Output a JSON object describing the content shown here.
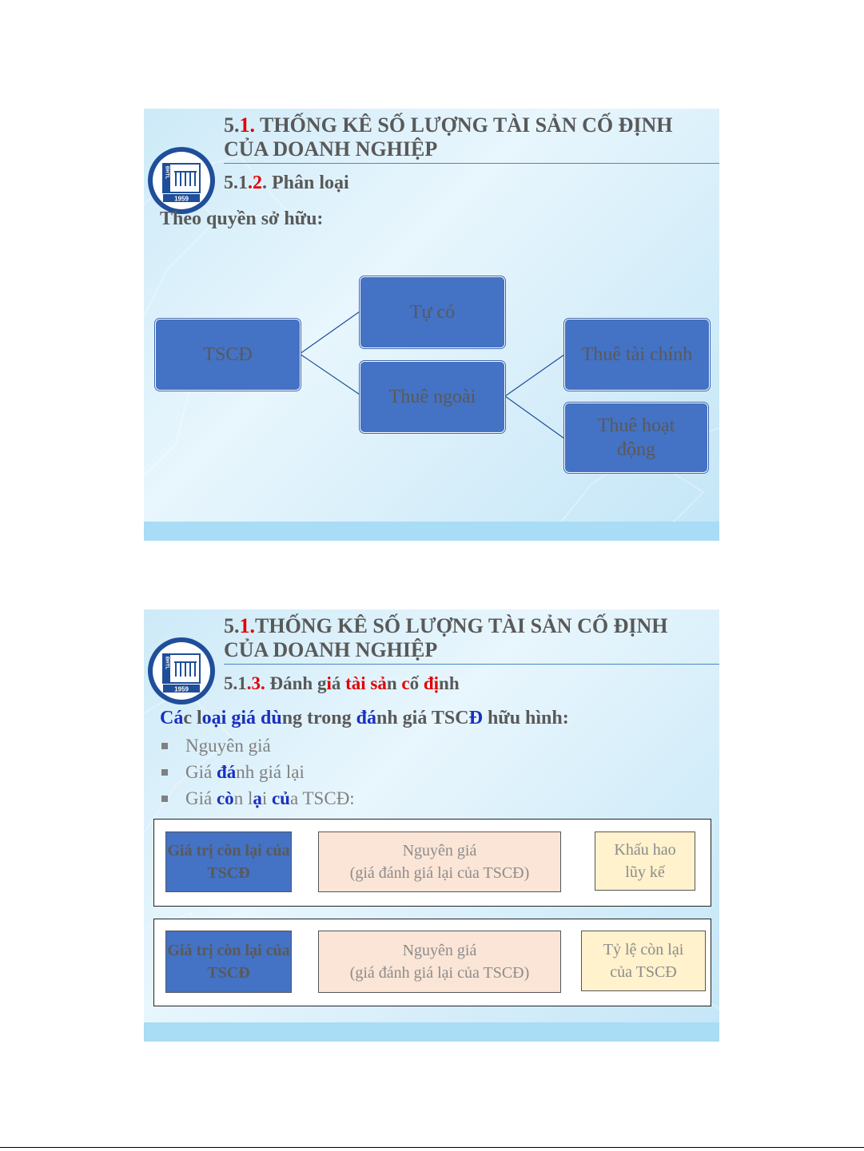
{
  "slides": [
    {
      "title_num_a": "5.",
      "title_num_b": "1.",
      "title_text": " THỐNG KÊ SỐ LƯỢNG TÀI SẢN CỐ ĐỊNH CỦA DOANH NGHIỆP",
      "sub_num_a": "5.1",
      "sub_num_b": ".2",
      "sub_text": ". Phân loại",
      "heading": "Theo quyền sở hữu:",
      "diagram": {
        "root": "TSCĐ",
        "own": "Tự có",
        "leased": "Thuê ngoài",
        "finance_lease": "Thuê tài chính",
        "operating_lease": "Thuê hoạt động"
      },
      "logo_year": "1959",
      "logo_letters": "ĐHTL"
    },
    {
      "title_num_a": "5.",
      "title_num_b": "1.",
      "title_text": "THỐNG KÊ SỐ LƯỢNG TÀI SẢN CỐ ĐỊNH CỦA DOANH NGHIỆP",
      "sub_num_a": "5.1",
      "sub_parts": [
        ".3.",
        " Đánh g",
        "i",
        "á ",
        "tài sả",
        "n ",
        "c",
        "ố ",
        "đị",
        "nh"
      ],
      "heading_parts": [
        "Cá",
        "c l",
        "oại giá dù",
        "ng trong ",
        "đá",
        "nh giá TSC",
        "Đ",
        " hữu hình:"
      ],
      "bullets": [
        {
          "parts": [
            "Nguyên giá"
          ]
        },
        {
          "parts": [
            "Giá ",
            "đá",
            "nh giá lại"
          ]
        },
        {
          "parts": [
            "Giá ",
            "cò",
            "n l",
            "ạ",
            "i ",
            "củ",
            "a TSCĐ:"
          ]
        }
      ],
      "formula1": {
        "left": "Giá trị còn lại của TSCĐ",
        "middle_line1": "Nguyên giá",
        "middle_line2": "(giá đánh giá lại của TSCĐ)",
        "right": "Khấu hao lũy kế"
      },
      "formula2": {
        "left": "Giá trị còn lại của TSCĐ",
        "middle_line1": "Nguyên giá",
        "middle_line2": "(giá đánh giá lại của TSCĐ)",
        "right": "Tỷ lệ còn lại của TSCĐ"
      },
      "logo_year": "1959",
      "logo_letters": "ĐHTL"
    }
  ]
}
